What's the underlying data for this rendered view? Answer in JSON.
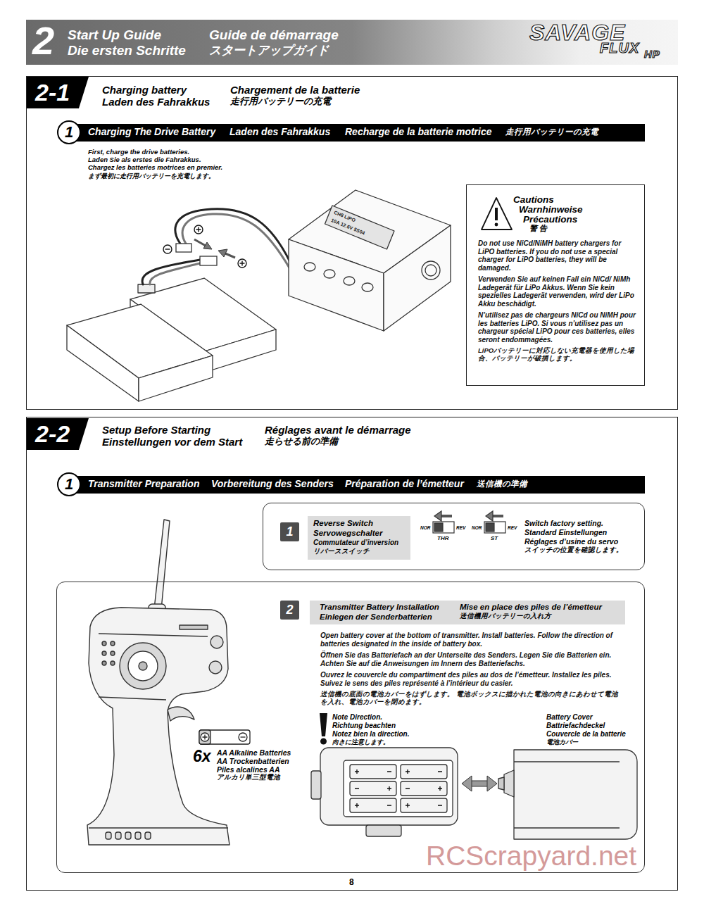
{
  "diagram": {
    "nodes": [
      {
        "text": [
          "2",
          "Start Up Guide",
          "Die ersten Schritte",
          "Guide de démarrage",
          "スタートアップガイド"
        ]
      },
      {
        "text": [
          "2-1",
          "Charging battery",
          "Laden des Fahrakkus",
          "Chargement de la batterie",
          "走行用バッテリーの充電"
        ]
      },
      {
        "text": [
          "1",
          "Charging The Drive Battery",
          "Laden des Fahrakkus",
          "Recharge de la batterie motrice",
          "走行用バッテリーの充電"
        ],
        "in": 1
      },
      {
        "text": [
          "Cautions",
          "Warnhinweise",
          "Précautions",
          "警 告",
          "Do not use NiCd/NiMH battery chargers for LiPO batteries. If you do not use a special charger for LiPO batteries, they will be damaged.",
          "Verwenden Sie auf keinen Fall ein NiCd/ NiMh Ladegerät für LiPo Akkus. Wenn Sie kein spezielles Ladegerät verwenden, wird der LiPo Akku beschädigt.",
          "N’utilisez pas de chargeurs NiCd ou NiMH pour les batteries LiPO. Si vous n’utilisez pas un chargeur spécial LiPO pour ces batteries, elles seront endommagées.",
          "LiPOバッテリーに対応しない充電器を使用した場合、バッテリーが破損します。"
        ],
        "in": 1
      },
      {
        "text": [
          "2-2",
          "Setup Before Starting",
          "Einstellungen vor dem Start",
          "Réglages avant le démarrage",
          "走らせる前の準備"
        ]
      },
      {
        "text": [
          "1",
          "Transmitter Preparation",
          "Vorbereitung des Senders",
          "Préparation de l’émetteur",
          "送信機の準備"
        ],
        "in": 4
      },
      {
        "text": [
          "1",
          "Switch factory setting.",
          "Standard Einstellungen",
          "Réglages d’usine du servo",
          "スイッチの位置を確認します。"
        ],
        "in": 4
      },
      {
        "text": [
          "Reverse Switch",
          "Servowegschalter",
          "Commutateur d’inversion",
          "リバーススイッチ"
        ],
        "in": 6
      },
      {
        "text": [
          "2",
          "Open battery cover at the bottom of transmitter. Install batteries. Follow the direction of batteries designated in the inside of battery box.",
          "Öffnen Sie das Batteriefach an der Unterseite des Senders. Legen Sie die Batterien ein. Achten Sie auf die Anweisungen im Innern des Batteriefachs.",
          "Ouvrez le couvercle du compartiment des piles au dos de l’émetteur. Installez les piles. Suivez le sens des piles représenté à l’intérieur du casier.",
          "送信機の底面の電池カバーをはずします。 電池ボックスに描かれた電池の向きにあわせて電池を入れ、電池カバーを閉めます。"
        ],
        "in": 4
      },
      {
        "text": [
          "Transmitter Battery Installation",
          "Einlegen der Senderbatterien",
          "Mise en place des piles de l’émetteur",
          "送信機用バッテリーの入れ方"
        ],
        "in": 8
      }
    ],
    "labels": [
      "SAVAGE",
      "FLUX",
      "HP",
      "First, charge the drive batteries.",
      "Laden Sie als erstes die Fahrakkus.",
      "Chargez les batteries motrices en premier.",
      "まず最初に走行用バッテリーを充電します。",
      "CH8 LiPO",
      "10A 12.6V 5S04",
      "NOR",
      "REV",
      "THR",
      "NOR",
      "REV",
      "ST",
      "Note Direction.",
      "Richtung beachten",
      "Notez bien la direction.",
      "向きに注意します。",
      "Battery Cover",
      "Battriefachdeckel",
      "Couvercle de la batterie",
      "電池カバー",
      "6x",
      "AA Alkaline Batteries",
      "AA Trockenbatterien",
      "Piles alcalines AA",
      "アルカリ単三型電池",
      "8",
      "RCScrapyard.net"
    ]
  }
}
